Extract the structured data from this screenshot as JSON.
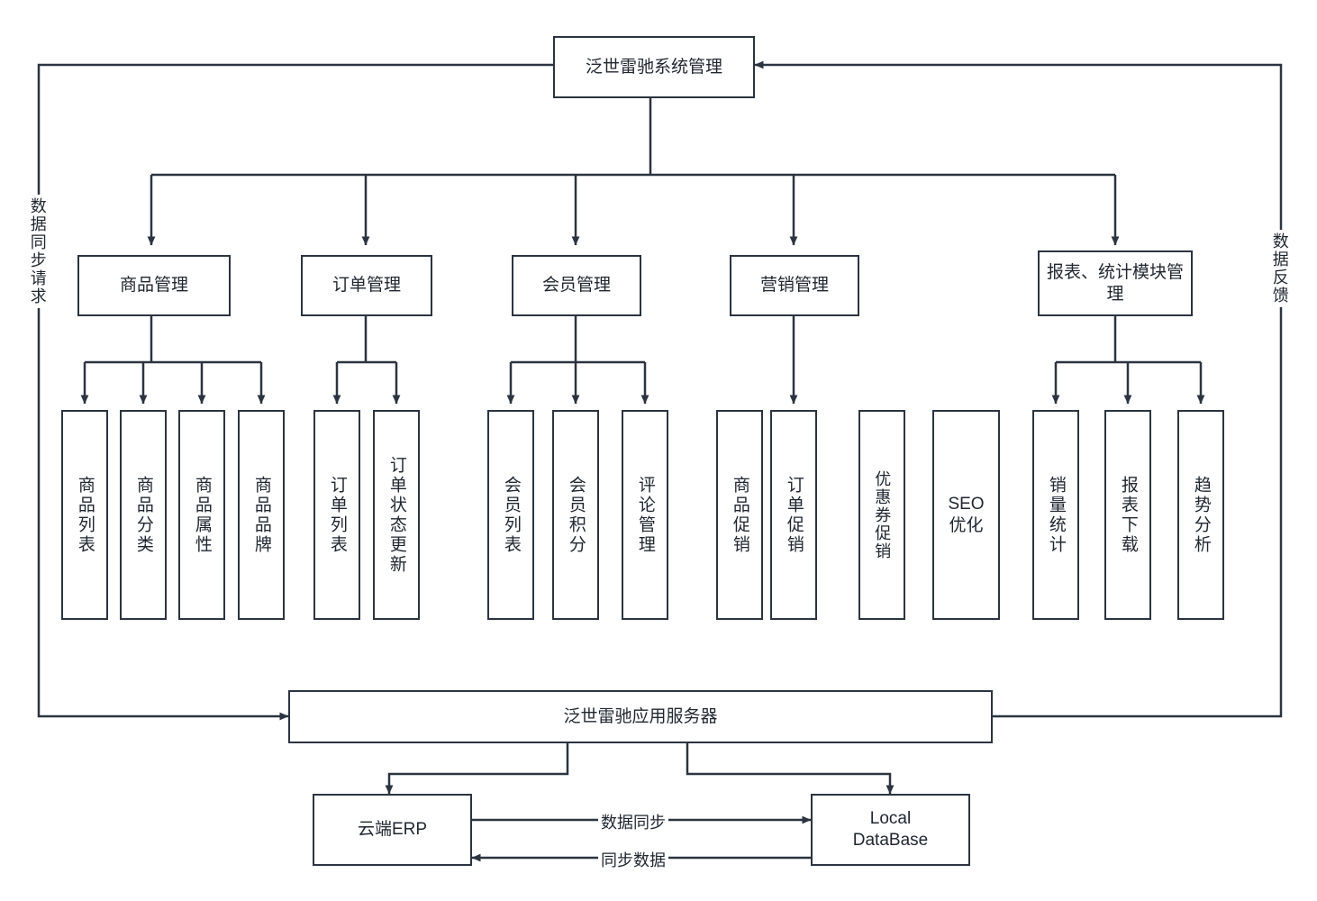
{
  "diagram": {
    "title_node": {
      "label": "泛世雷驰系统管理"
    },
    "modules": [
      {
        "id": "goods",
        "label": "商品管理"
      },
      {
        "id": "order",
        "label": "订单管理"
      },
      {
        "id": "member",
        "label": "会员管理"
      },
      {
        "id": "marketing",
        "label": "营销管理"
      },
      {
        "id": "report",
        "label": "报表、统计模块管理"
      }
    ],
    "leaves": [
      {
        "id": "goods-list",
        "label": "商品列表",
        "orientation": "vertical"
      },
      {
        "id": "goods-category",
        "label": "商品分类",
        "orientation": "vertical"
      },
      {
        "id": "goods-attr",
        "label": "商品属性",
        "orientation": "vertical"
      },
      {
        "id": "goods-brand",
        "label": "商品品牌",
        "orientation": "vertical"
      },
      {
        "id": "order-list",
        "label": "订单列表",
        "orientation": "vertical"
      },
      {
        "id": "order-status",
        "label": "订单状态更新",
        "orientation": "vertical"
      },
      {
        "id": "member-list",
        "label": "会员列表",
        "orientation": "vertical"
      },
      {
        "id": "member-points",
        "label": "会员积分",
        "orientation": "vertical"
      },
      {
        "id": "comment-mgmt",
        "label": "评论管理",
        "orientation": "vertical"
      },
      {
        "id": "goods-promo",
        "label": "商品促销",
        "orientation": "vertical"
      },
      {
        "id": "order-promo",
        "label": "订单促销",
        "orientation": "vertical"
      },
      {
        "id": "coupon-promo",
        "label": "优惠券促销",
        "orientation": "vertical"
      },
      {
        "id": "seo",
        "label": "SEO\n优化",
        "orientation": "horizontal"
      },
      {
        "id": "sales-stats",
        "label": "销量统计",
        "orientation": "vertical"
      },
      {
        "id": "report-dl",
        "label": "报表下载",
        "orientation": "vertical"
      },
      {
        "id": "trend",
        "label": "趋势分析",
        "orientation": "vertical"
      }
    ],
    "server_node": {
      "label": "泛世雷驰应用服务器"
    },
    "erp_node": {
      "label": "云端ERP"
    },
    "db_node": {
      "label": "Local\nDataBase"
    },
    "edge_labels": {
      "left_loop": "数据同步请求",
      "right_loop": "数据反馈",
      "erp_to_db": "数据同步",
      "db_to_erp": "同步数据"
    },
    "colors": {
      "stroke": "#2b3440",
      "text": "#1f2630",
      "background": "#ffffff"
    }
  }
}
